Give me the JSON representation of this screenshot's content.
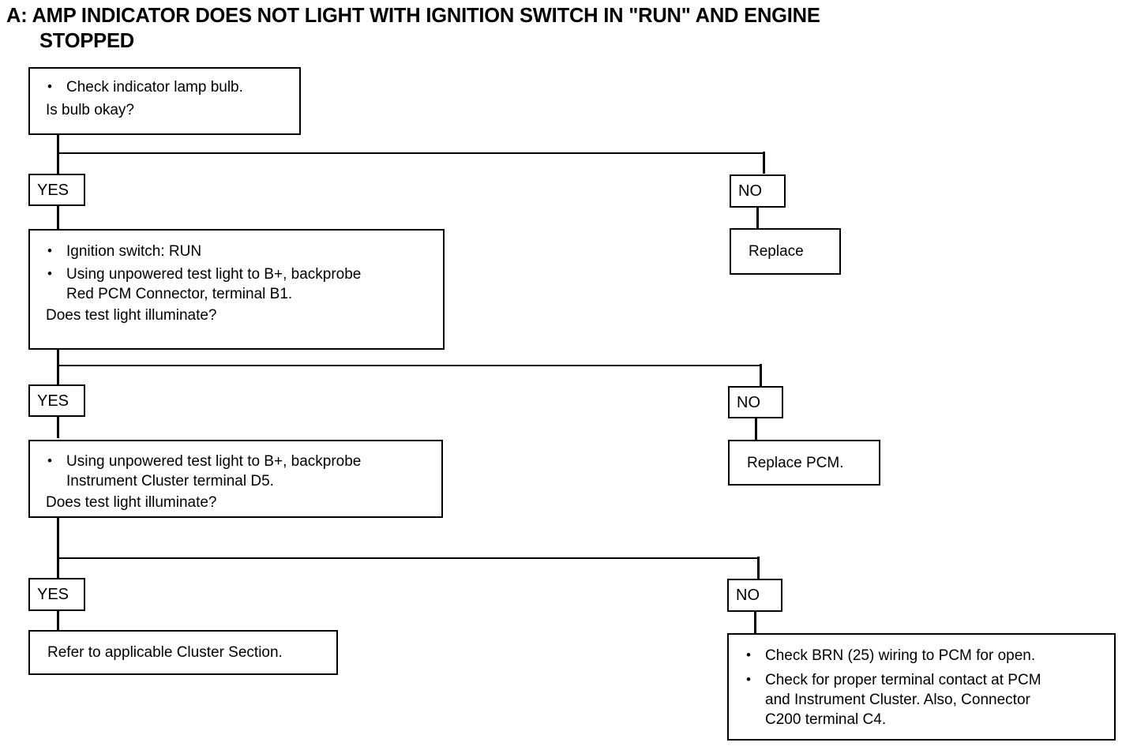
{
  "document": {
    "title_line1": "A: AMP INDICATOR DOES NOT LIGHT WITH IGNITION SWITCH IN \"RUN\" AND ENGINE",
    "title_line2": "STOPPED"
  },
  "labels": {
    "yes": "YES",
    "no": "NO"
  },
  "steps": {
    "step1": {
      "bullet1": "Check indicator lamp bulb.",
      "question": "Is bulb okay?"
    },
    "step2": {
      "bullet1": "Ignition switch:  RUN",
      "bullet2_line1": "Using  unpowered  test  light  to  B+,  backprobe",
      "bullet2_line2": "Red PCM Connector, terminal B1.",
      "question": "Does test light illuminate?"
    },
    "step3": {
      "bullet1_line1": "Using  unpowered  test  light  to  B+,  backprobe",
      "bullet1_line2": "Instrument Cluster terminal D5.",
      "question": "Does test light illuminate?"
    }
  },
  "outcomes": {
    "replace_bulb": "Replace",
    "replace_pcm": "Replace PCM.",
    "refer_cluster": "Refer to applicable Cluster Section.",
    "check_wiring": {
      "bullet1": "Check BRN (25) wiring to PCM for open.",
      "bullet2_line1": "Check  for  proper  terminal  contact  at  PCM",
      "bullet2_line2": "and  Instrument  Cluster.  Also,  Connector",
      "bullet2_line3": "C200 terminal C4."
    }
  },
  "colors": {
    "ink": "#000000",
    "paper": "#ffffff"
  }
}
